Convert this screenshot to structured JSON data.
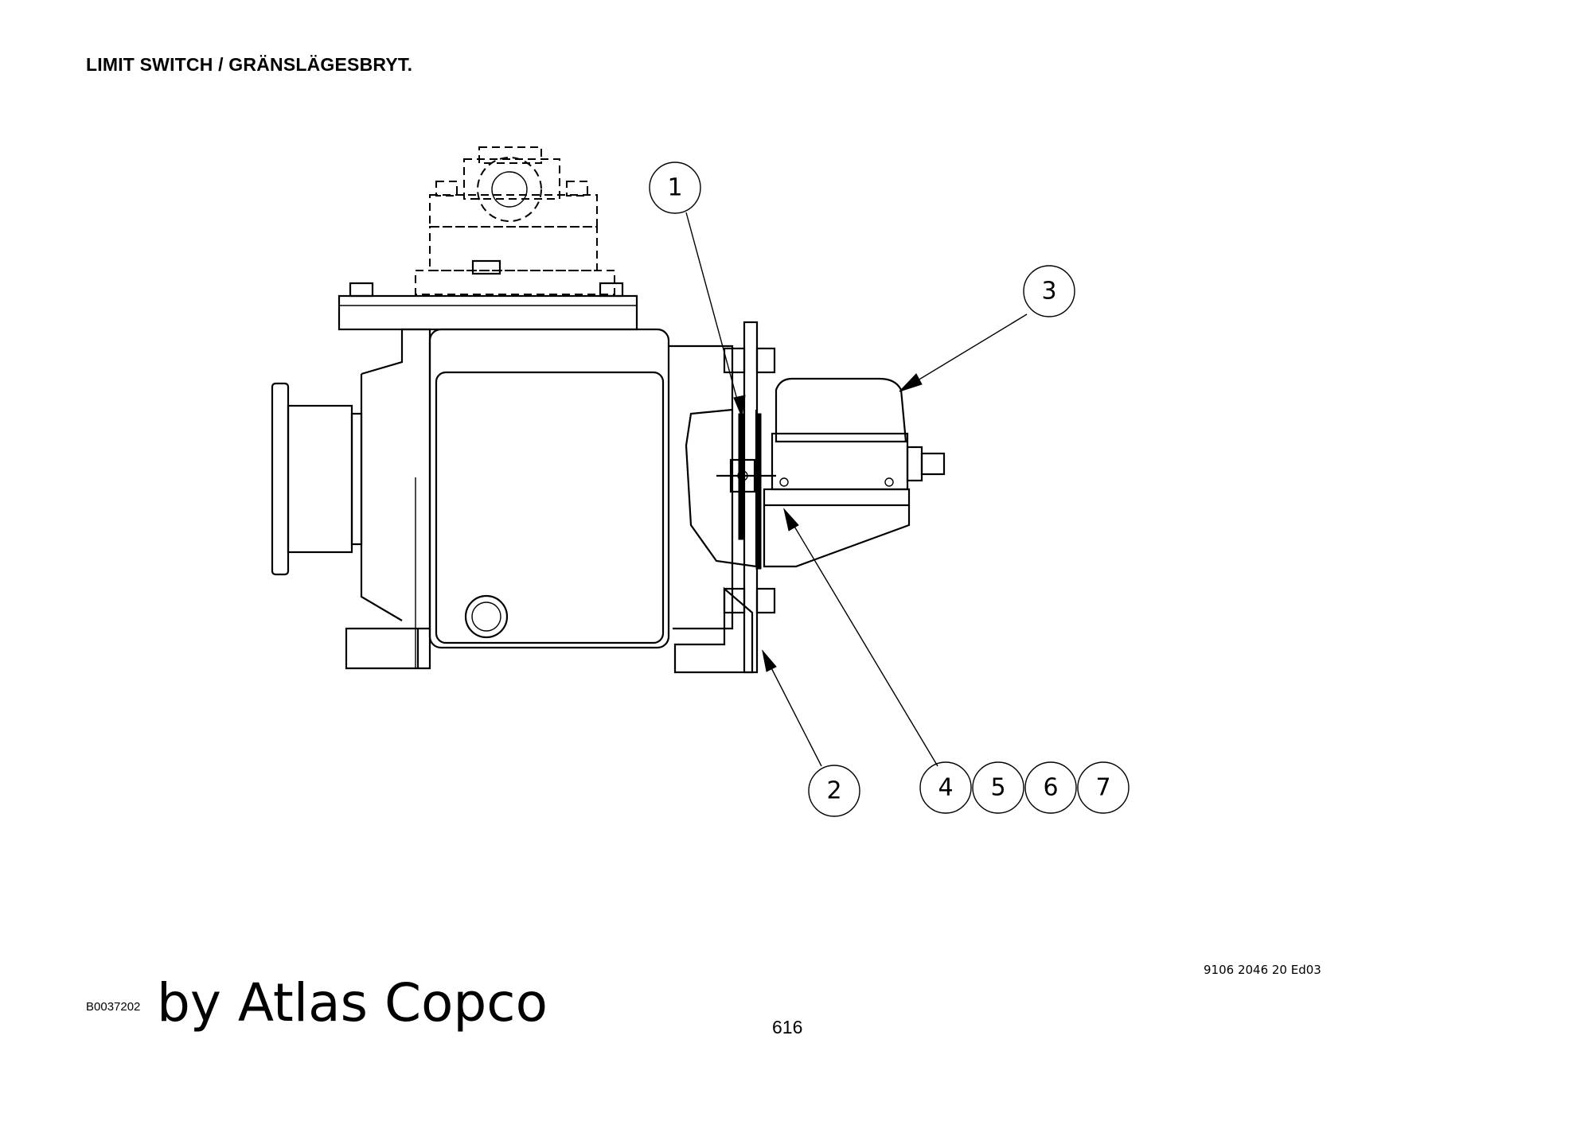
{
  "header": {
    "title": "LIMIT SWITCH / GRÄNSLÄGESBRYT."
  },
  "diagram": {
    "callouts": [
      {
        "id": "c1",
        "label": "1"
      },
      {
        "id": "c2",
        "label": "2"
      },
      {
        "id": "c3",
        "label": "3"
      },
      {
        "id": "c4",
        "label": "4"
      },
      {
        "id": "c5",
        "label": "5"
      },
      {
        "id": "c6",
        "label": "6"
      },
      {
        "id": "c7",
        "label": "7"
      }
    ]
  },
  "footer": {
    "image_ref": "B0037202",
    "brand": "by Atlas Copco",
    "document_number": "9106 2046 20 Ed03",
    "page_number": "616"
  }
}
